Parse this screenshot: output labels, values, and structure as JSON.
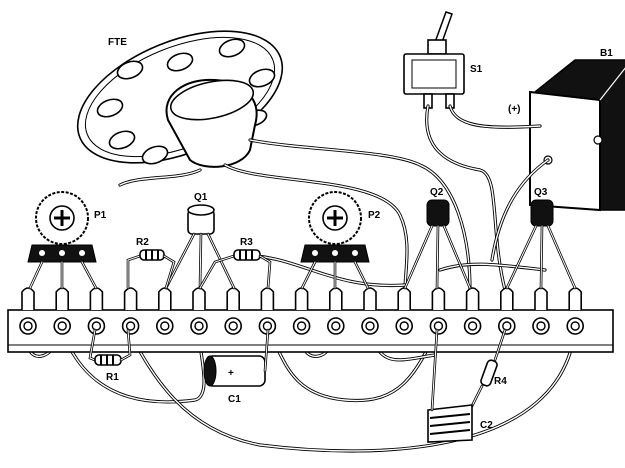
{
  "labels": {
    "speaker": "FTE",
    "switch": "S1",
    "battery": "B1",
    "battery_polarity": "(+)",
    "transistor1": "Q1",
    "transistor2": "Q2",
    "transistor3": "Q3",
    "pot1": "P1",
    "pot2": "P2",
    "resistor1": "R1",
    "resistor2": "R2",
    "resistor3": "R3",
    "resistor4": "R4",
    "capacitor1": "C1",
    "capacitor1_polarity": "+",
    "capacitor2": "C2"
  },
  "terminal_strip": {
    "terminal_count": 17
  }
}
